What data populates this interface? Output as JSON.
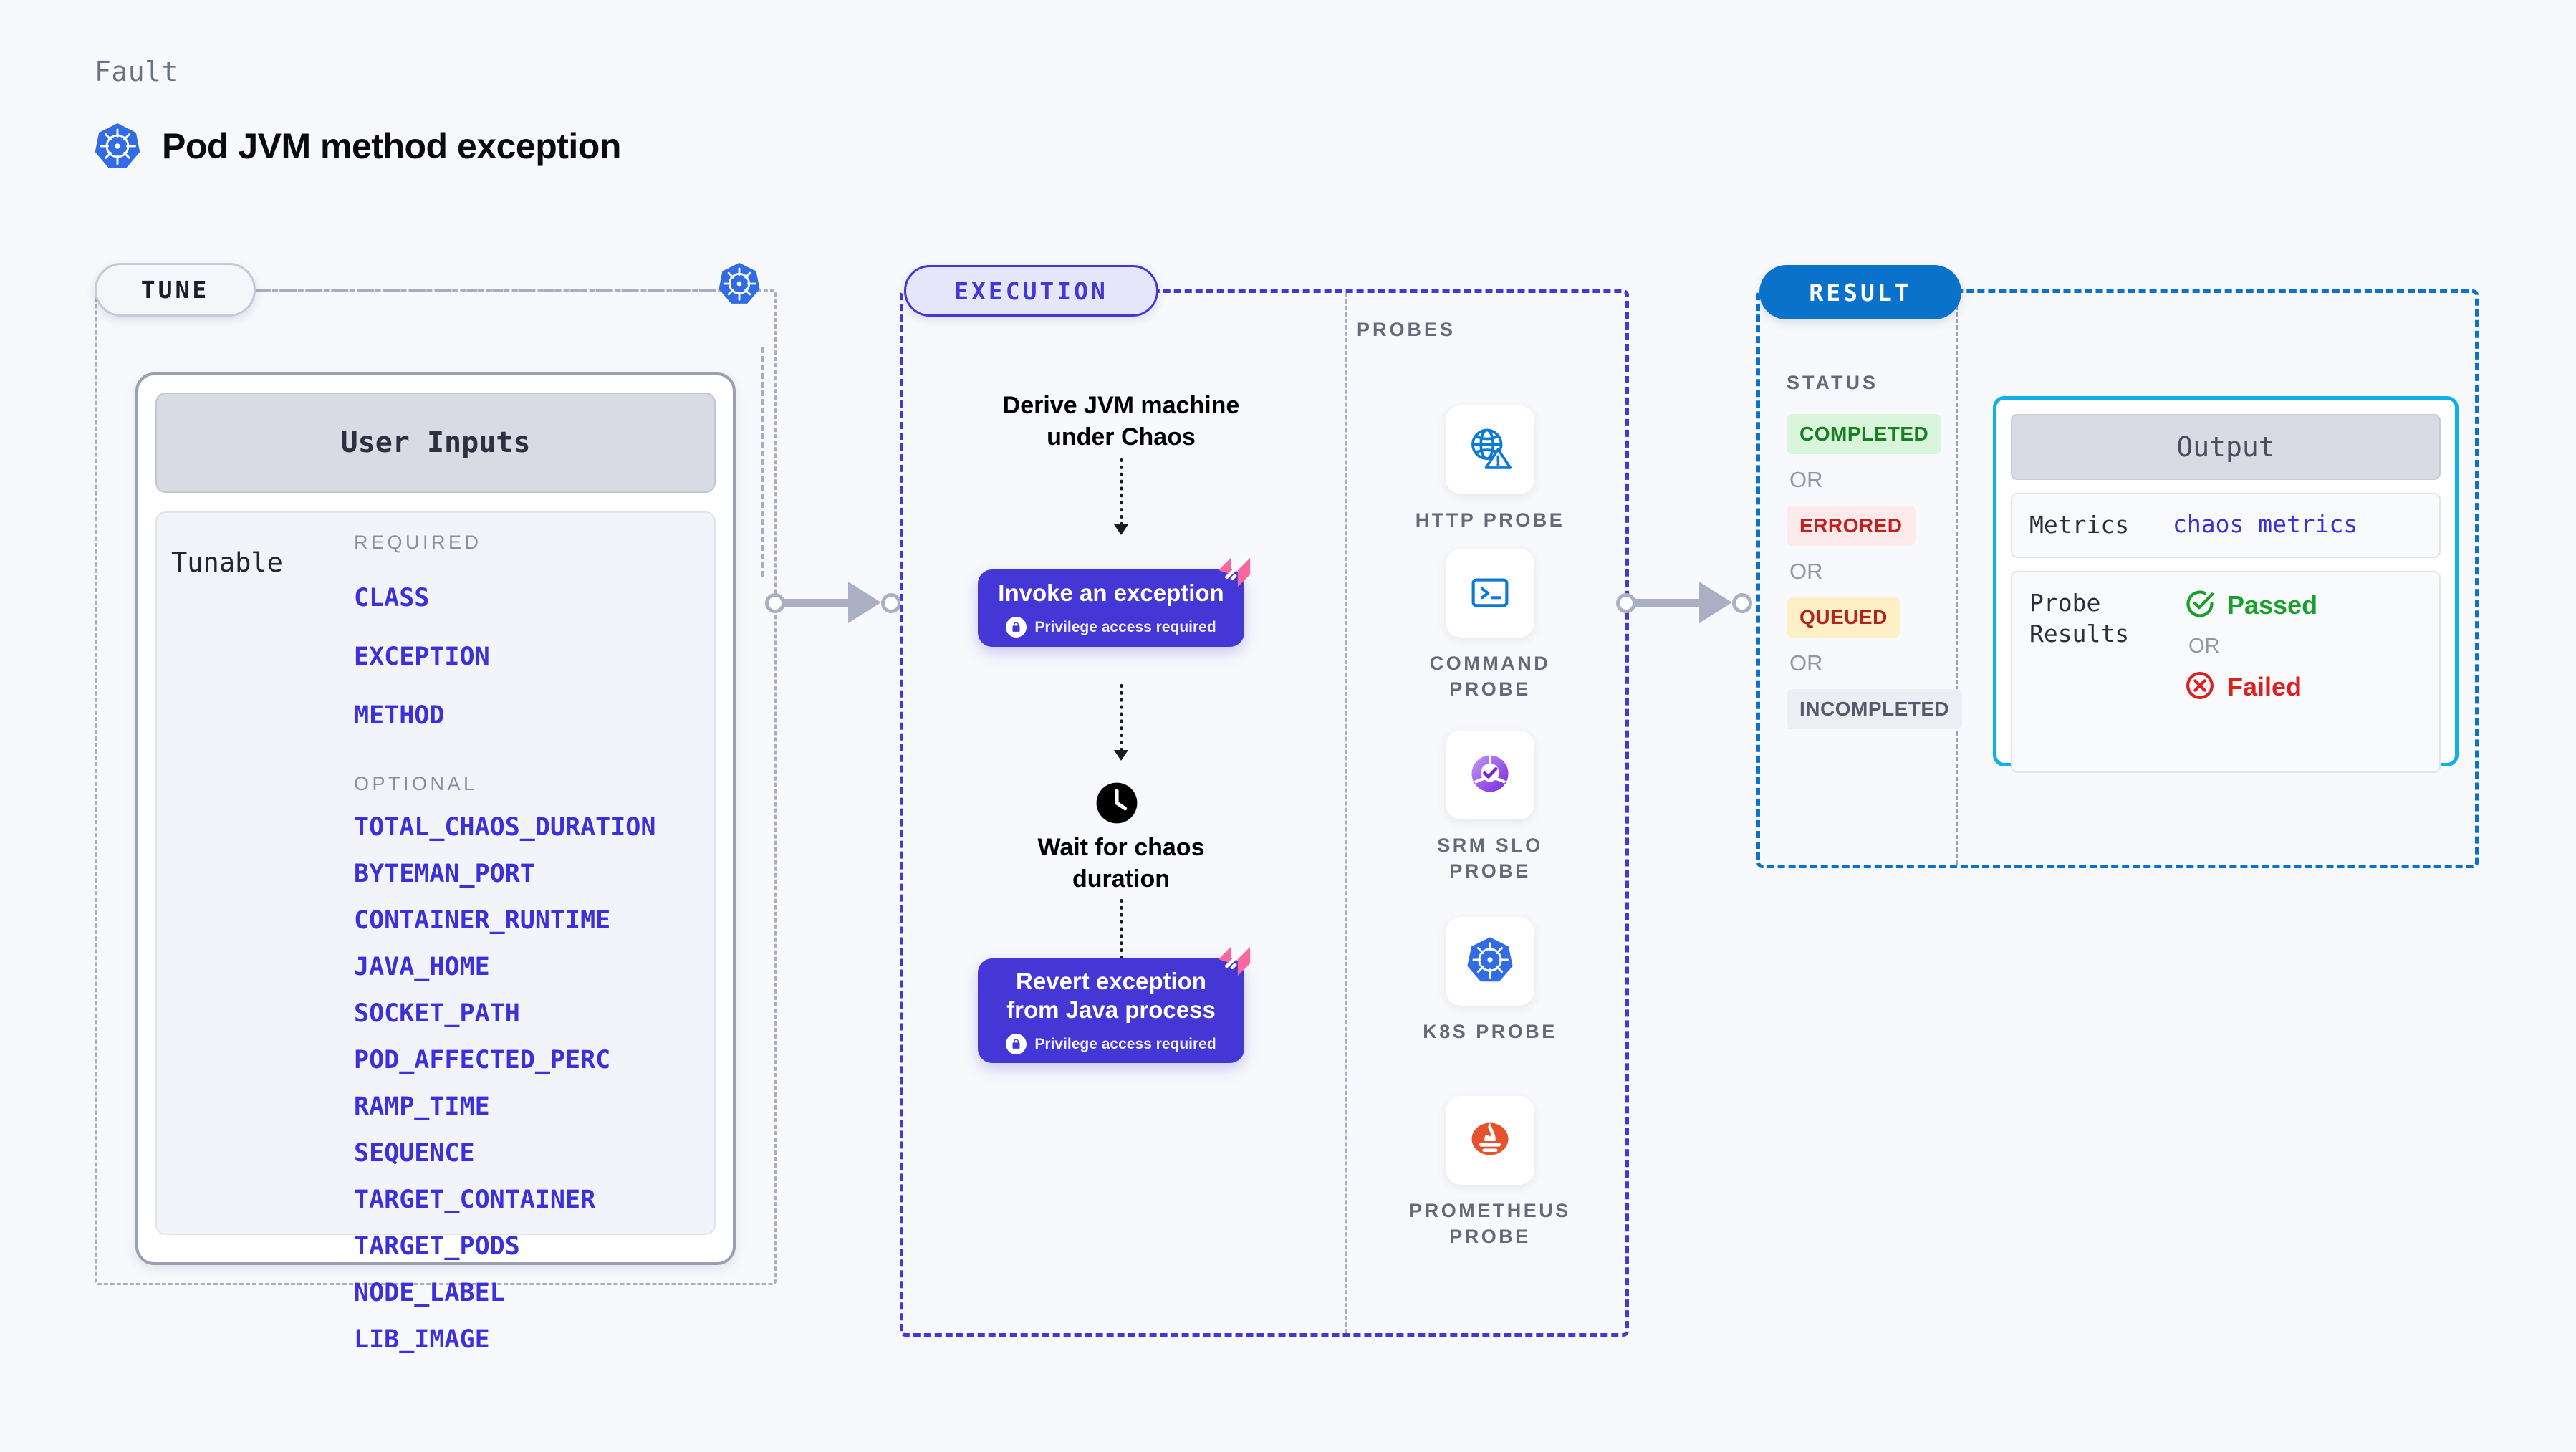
{
  "header": {
    "eyebrow": "Fault",
    "title": "Pod JVM method exception",
    "icon": "kubernetes-icon"
  },
  "colors": {
    "k8s_blue": "#326ce5",
    "purple": "#4437d6",
    "purple_fill": "#e6e6fb",
    "result_blue": "#0b72cc",
    "cyan": "#0fb0e8",
    "cyan_fill": "#eefbff",
    "pink": "#f9679f",
    "param_blue": "#3b30d9",
    "gray_dash": "#a9aebe"
  },
  "tune": {
    "pill_label": "TUNE",
    "card_title": "User Inputs",
    "tunable_label": "Tunable",
    "required_header": "REQUIRED",
    "required": [
      "CLASS",
      "EXCEPTION",
      "METHOD"
    ],
    "optional_header": "OPTIONAL",
    "optional": [
      "TOTAL_CHAOS_DURATION",
      "BYTEMAN_PORT",
      "CONTAINER_RUNTIME",
      "JAVA_HOME",
      "SOCKET_PATH",
      "POD_AFFECTED_PERC",
      "RAMP_TIME",
      "SEQUENCE",
      "TARGET_CONTAINER",
      "TARGET_PODS",
      "NODE_LABEL",
      "LIB_IMAGE"
    ]
  },
  "execution": {
    "pill_label": "EXECUTION",
    "step_derive": "Derive JVM machine\nunder Chaos",
    "card_invoke": {
      "title": "Invoke an exception",
      "badge_text": "Privilege access required",
      "badge_icon": "lock-icon",
      "corner_icon": "harness-icon"
    },
    "step_wait": "Wait for chaos\nduration",
    "wait_icon": "clock-icon",
    "card_revert": {
      "title": "Revert exception\nfrom Java process",
      "badge_text": "Privilege access required",
      "badge_icon": "lock-icon",
      "corner_icon": "harness-icon"
    }
  },
  "probes": {
    "label": "PROBES",
    "items": [
      {
        "name": "HTTP PROBE",
        "icon": "globe-warning-icon"
      },
      {
        "name": "COMMAND\nPROBE",
        "icon": "terminal-icon"
      },
      {
        "name": "SRM SLO\nPROBE",
        "icon": "srm-slo-icon"
      },
      {
        "name": "K8S PROBE",
        "icon": "kubernetes-icon"
      },
      {
        "name": "PROMETHEUS\nPROBE",
        "icon": "prometheus-icon"
      }
    ]
  },
  "result": {
    "pill_label": "RESULT",
    "status_label": "STATUS",
    "or_label": "OR",
    "statuses": [
      {
        "text": "COMPLETED",
        "style": "sb-completed"
      },
      {
        "text": "ERRORED",
        "style": "sb-errored"
      },
      {
        "text": "QUEUED",
        "style": "sb-queued"
      },
      {
        "text": "INCOMPLETED",
        "style": "sb-incompleted"
      }
    ],
    "output": {
      "title": "Output",
      "metrics_key": "Metrics",
      "metrics_value": "chaos metrics",
      "probe_key": "Probe\nResults",
      "passed": "Passed",
      "failed": "Failed",
      "or_label": "OR",
      "passed_icon": "check-circle-icon",
      "failed_icon": "x-circle-icon"
    }
  }
}
